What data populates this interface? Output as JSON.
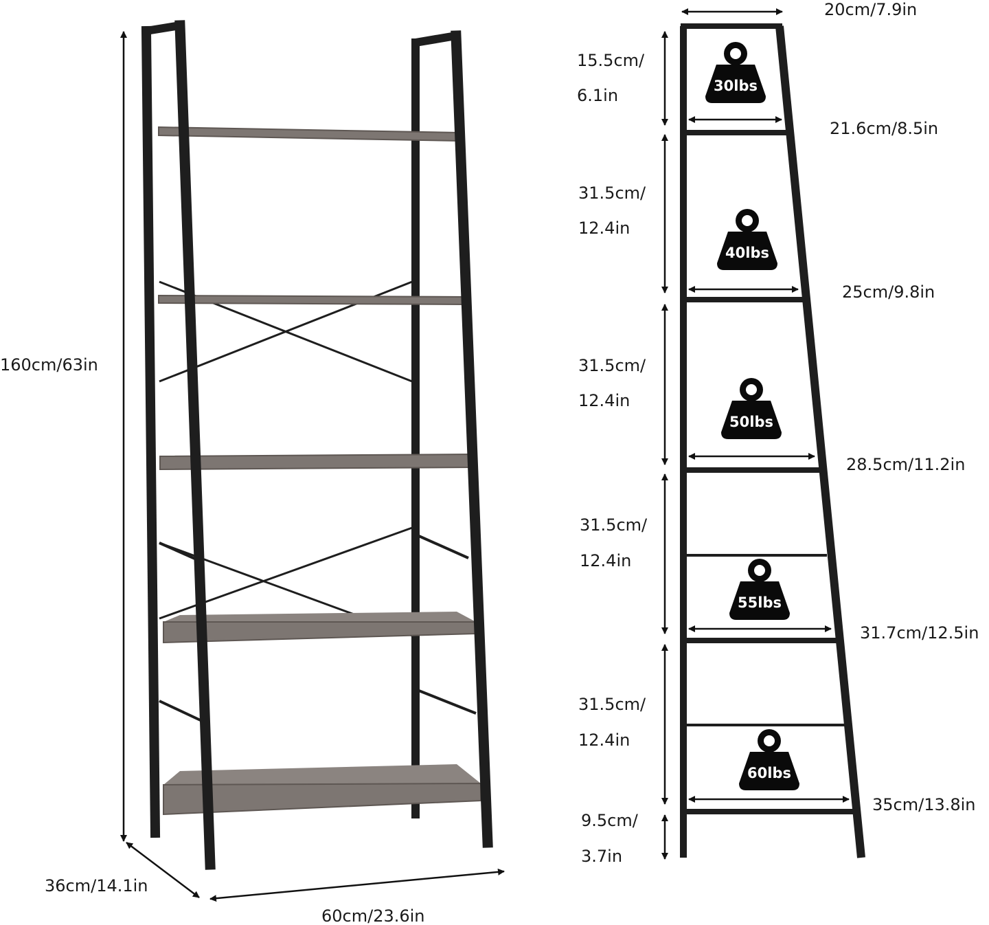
{
  "front_view": {
    "height_label": "160cm/63in",
    "depth_label": "36cm/14.1in",
    "width_label": "60cm/23.6in"
  },
  "side_view": {
    "top_width_label": "20cm/7.9in",
    "segments": [
      {
        "line1": "15.5cm/",
        "line2": "6.1in"
      },
      {
        "line1": "31.5cm/",
        "line2": "12.4in"
      },
      {
        "line1": "31.5cm/",
        "line2": "12.4in"
      },
      {
        "line1": "31.5cm/",
        "line2": "12.4in"
      },
      {
        "line1": "31.5cm/",
        "line2": "12.4in"
      },
      {
        "line1": "9.5cm/",
        "line2": "3.7in"
      }
    ],
    "shelf_widths": [
      "21.6cm/8.5in",
      "25cm/9.8in",
      "28.5cm/11.2in",
      "31.7cm/12.5in",
      "35cm/13.8in"
    ],
    "weights": [
      "30lbs",
      "40lbs",
      "50lbs",
      "55lbs",
      "60lbs"
    ]
  },
  "colors": {
    "frame": "#1e1e1e",
    "shelf_wood": "#7d7672",
    "shelf_edge": "#5e5753",
    "weight_fill": "#0a0a0a",
    "dimension_line": "#111111"
  }
}
